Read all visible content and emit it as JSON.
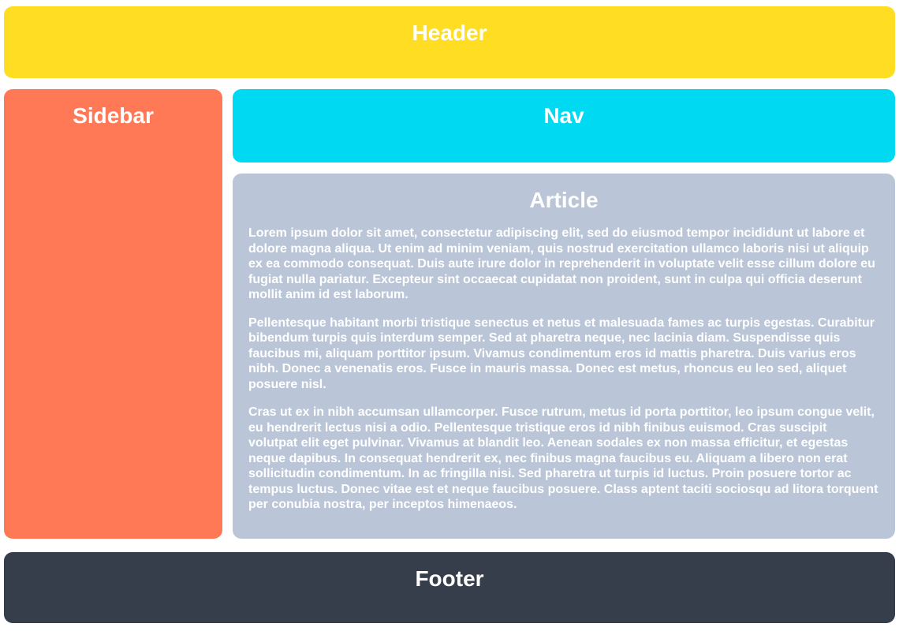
{
  "page": {
    "background_color": "#ffffff",
    "text_color": "#ffffff"
  },
  "header": {
    "label": "Header",
    "color": "#ffdd22"
  },
  "sidebar": {
    "label": "Sidebar",
    "color": "#ff7956"
  },
  "nav": {
    "label": "Nav",
    "color": "#00d9f2"
  },
  "article": {
    "label": "Article",
    "color": "#bac6d8",
    "paragraphs": [
      "Lorem ipsum dolor sit amet, consectetur adipiscing elit, sed do eiusmod tempor incididunt ut labore et dolore magna aliqua. Ut enim ad minim veniam, quis nostrud exercitation ullamco laboris nisi ut aliquip ex ea commodo consequat. Duis aute irure dolor in reprehenderit in voluptate velit esse cillum dolore eu fugiat nulla pariatur. Excepteur sint occaecat cupidatat non proident, sunt in culpa qui officia deserunt mollit anim id est laborum.",
      "Pellentesque habitant morbi tristique senectus et netus et malesuada fames ac turpis egestas. Curabitur bibendum turpis quis interdum semper. Sed at pharetra neque, nec lacinia diam. Suspendisse quis faucibus mi, aliquam porttitor ipsum. Vivamus condimentum eros id mattis pharetra. Duis varius eros nibh. Donec a venenatis eros. Fusce in mauris massa. Donec est metus, rhoncus eu leo sed, aliquet posuere nisl.",
      "Cras ut ex in nibh accumsan ullamcorper. Fusce rutrum, metus id porta porttitor, leo ipsum congue velit, eu hendrerit lectus nisi a odio. Pellentesque tristique eros id nibh finibus euismod. Cras suscipit volutpat elit eget pulvinar. Vivamus at blandit leo. Aenean sodales ex non massa efficitur, et egestas neque dapibus. In consequat hendrerit ex, nec finibus magna faucibus eu. Aliquam a libero non erat sollicitudin condimentum. In ac fringilla nisi. Sed pharetra ut turpis id luctus. Proin posuere tortor ac tempus luctus. Donec vitae est et neque faucibus posuere. Class aptent taciti sociosqu ad litora torquent per conubia nostra, per inceptos himenaeos."
    ]
  },
  "footer": {
    "label": "Footer",
    "color": "#373e4b"
  }
}
